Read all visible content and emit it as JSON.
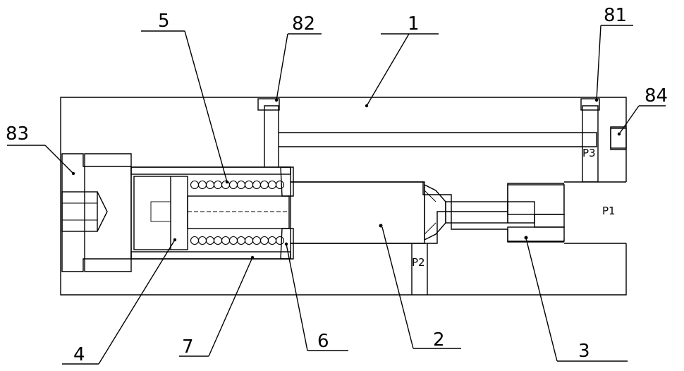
{
  "callouts": {
    "body": "1",
    "spool": "2",
    "seat": "3",
    "piston": "4",
    "spring": "5",
    "retainer": "6",
    "sleeve": "7",
    "plug_81": "81",
    "plug_82": "82",
    "plug_83": "83",
    "plug_84": "84"
  },
  "ports": {
    "p1": "P1",
    "p2": "P2",
    "p3": "P3"
  }
}
